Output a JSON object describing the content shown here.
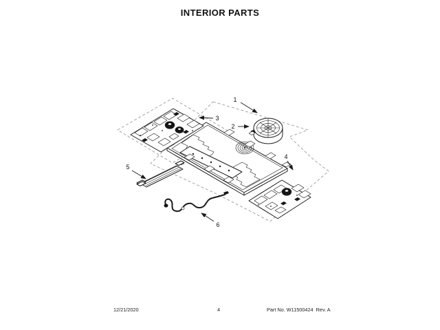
{
  "title": "INTERIOR PARTS",
  "callouts": {
    "labels": [
      "1",
      "2",
      "3",
      "4",
      "5",
      "6"
    ]
  },
  "footer": {
    "date": "12/21/2020",
    "page_number": "4",
    "part_info": "Part No. W11500424  Rev. A"
  },
  "colors": {
    "line": "#1a1a1a",
    "dash_outline": "#9b9b9b",
    "background": "#ffffff"
  }
}
